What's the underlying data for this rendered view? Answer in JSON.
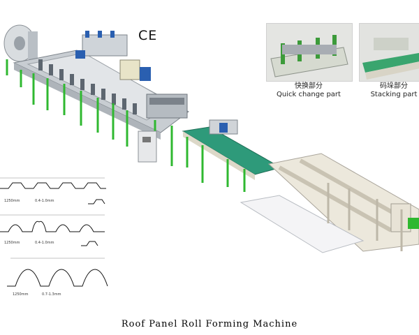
{
  "certification": "CE",
  "insets": [
    {
      "name_cn": "快换部分",
      "name_en": "Quick change part"
    },
    {
      "name_cn": "码垛部分",
      "name_en": "Stacking part"
    }
  ],
  "profiles": [
    {
      "width": "1250mm",
      "thickness": "0.4-1.0mm"
    },
    {
      "width": "1250mm",
      "thickness": "0.4-1.0mm"
    },
    {
      "width": "1250mm",
      "thickness": "0.7-1.3mm"
    }
  ],
  "caption": "Roof Panel Roll Forming Machine",
  "colors": {
    "frame": "#2fb830",
    "machine": "#c8cdd2",
    "conveyor": "#2e9a7a",
    "motor": "#2a5fb0"
  }
}
